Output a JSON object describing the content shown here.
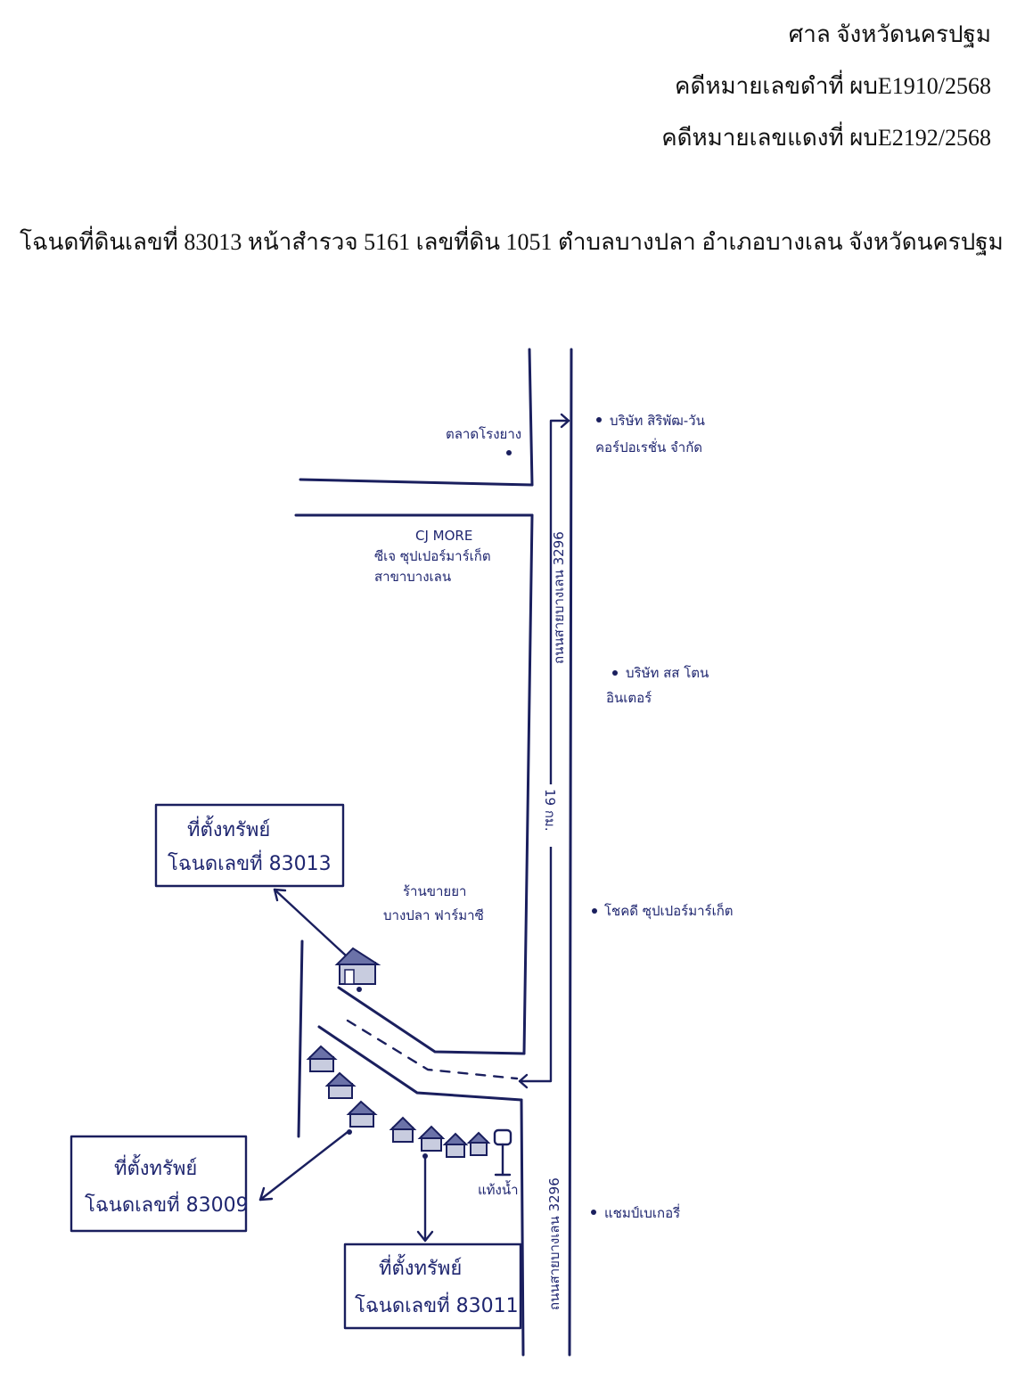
{
  "header": {
    "court": "ศาล จังหวัดนครปฐม",
    "black_case": "คดีหมายเลขดำที่ ผบE1910/2568",
    "red_case": "คดีหมายเลขแดงที่ ผบE2192/2568"
  },
  "deed_description": "โฉนดที่ดินเลขที่ 83013 หน้าสำรวจ 5161 เลขที่ดิน 1051 ตำบลบางปลา อำเภอบางเลน จังหวัดนครปฐม",
  "map": {
    "market": "ตลาดโรงยาง",
    "cj_more": "CJ MORE",
    "cj_more_sub1": "ซีเจ ซุปเปอร์มาร์เก็ต",
    "cj_more_sub2": "สาขาบางเลน",
    "company_one_line1": "บริษัท สิริพัฒ-วัน",
    "company_one_line2": "คอร์ปอเรชั่น จำกัด",
    "company_ss_line1": "บริษัท สส โตน",
    "company_ss_line2": "อินเตอร์",
    "road_upper": "ถนนสายบางเลน 3296",
    "distance": "19 กม.",
    "pharmacy_line1": "ร้านขายยา",
    "pharmacy_line2": "บางปลา ฟาร์มาซี",
    "chokdee": "โชคดี ซุปเปอร์มาร์เก็ต",
    "water_tank": "แท้งน้ำ",
    "road_lower": "ถนนสายบางเลน 3296",
    "champ_bakery": "แชมป์เบเกอรี่",
    "box_83013": {
      "title": "ที่ตั้งทรัพย์",
      "deed": "โฉนดเลขที่ 83013"
    },
    "box_83009": {
      "title": "ที่ตั้งทรัพย์",
      "deed": "โฉนดเลขที่ 83009"
    },
    "box_83011": {
      "title": "ที่ตั้งทรัพย์",
      "deed": "โฉนดเลขที่ 83011"
    }
  }
}
